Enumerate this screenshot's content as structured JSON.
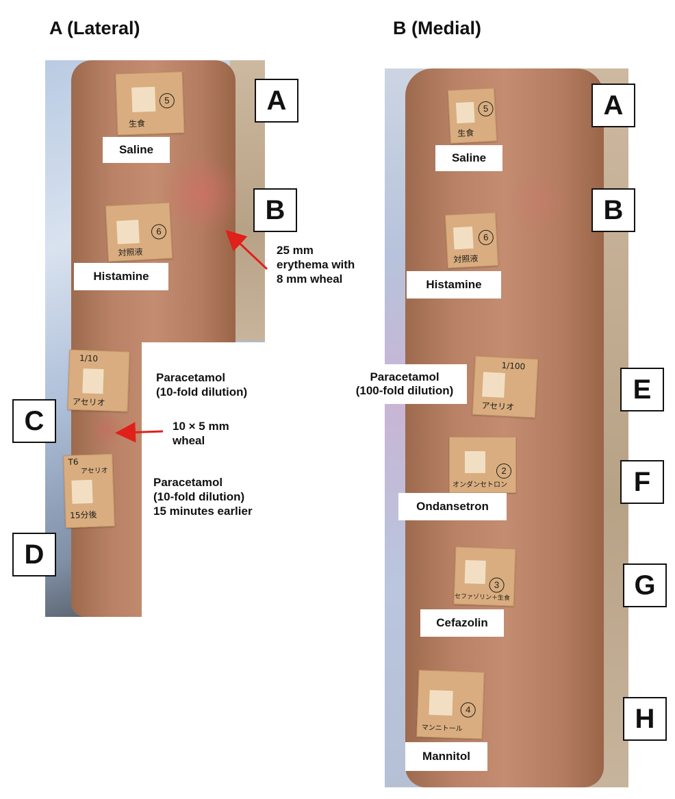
{
  "panel_a": {
    "title": "A (Lateral)",
    "boxes": [
      "A",
      "B",
      "C",
      "D"
    ],
    "labels": {
      "saline": "Saline",
      "histamine": "Histamine",
      "paracetamol_1": "Paracetamol",
      "paracetamol_1_sub": "(10-fold dilution)",
      "paracetamol_2": "Paracetamol",
      "paracetamol_2_sub": "(10-fold dilution)",
      "paracetamol_2_time": "15 minutes earlier"
    },
    "annotations": {
      "erythema_line1": "25 mm",
      "erythema_line2": "erythema with",
      "erythema_line3": "8 mm wheal",
      "wheal_line1": "10 × 5 mm",
      "wheal_line2": "wheal"
    },
    "patches": {
      "saline_num": "5",
      "saline_note": "生食",
      "histamine_num": "6",
      "histamine_note": "対照液",
      "para1_note_top": "1/10",
      "para1_note": "アセリオ",
      "para2_note_top": "T6",
      "para2_note": "アセリオ",
      "para2_note_bottom": "15分後"
    }
  },
  "panel_b": {
    "title": "B (Medial)",
    "boxes": [
      "A",
      "B",
      "E",
      "F",
      "G",
      "H"
    ],
    "labels": {
      "saline": "Saline",
      "histamine": "Histamine",
      "paracetamol": "Paracetamol",
      "paracetamol_sub": "(100-fold dilution)",
      "ondansetron": "Ondansetron",
      "cefazolin": "Cefazolin",
      "mannitol": "Mannitol"
    },
    "patches": {
      "saline_num": "5",
      "saline_note": "生食",
      "histamine_num": "6",
      "histamine_note": "対照液",
      "para_note_top": "1/100",
      "para_note": "アセリオ",
      "ondansetron_num": "2",
      "ondansetron_note": "オンダンセトロン",
      "cefazolin_num": "3",
      "cefazolin_note": "セファゾリン＋生食",
      "mannitol_num": "4",
      "mannitol_note": "マンニトール"
    }
  },
  "colors": {
    "arrow": "#e0201b",
    "skin": "#c48c70",
    "patch": "#d9ad7f"
  }
}
